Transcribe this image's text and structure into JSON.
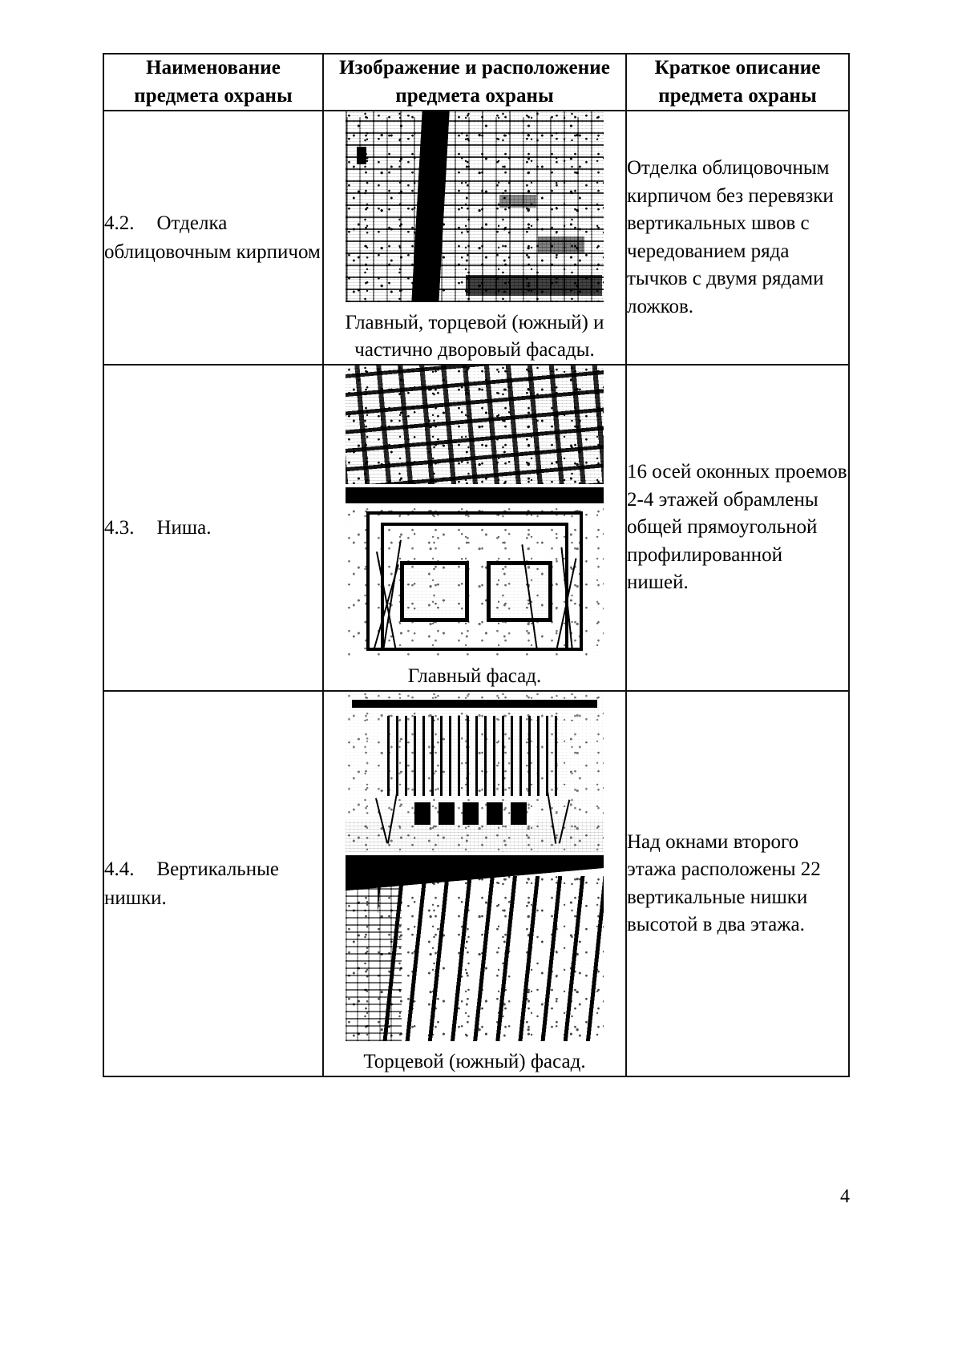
{
  "document": {
    "page_number": "4"
  },
  "table": {
    "headers": [
      "Наименование\nпредмета охраны",
      "Изображение и расположение\nпредмета охраны",
      "Краткое описание\nпредмета охраны"
    ],
    "headers_lines": {
      "col1_line1": "Наименование",
      "col1_line2": "предмета охраны",
      "col2_line1": "Изображение и расположение",
      "col2_line2": "предмета охраны",
      "col3_line1": "Краткое описание",
      "col3_line2": "предмета охраны"
    },
    "rows": [
      {
        "number": "4.2.",
        "name": "Отделка облицовочным кирпичом",
        "name_first_line": "Отделка",
        "name_rest": "облицовочным кирпичом",
        "image_alt": "brick-cladding-photo",
        "caption": "Главный, торцевой (южный) и частично дворовый фасады.",
        "description": "Отделка облицовочным кирпичом без перевязки вертикальных швов с чередованием ряда тычков с двумя рядами ложков."
      },
      {
        "number": "4.3.",
        "name": "Ниша.",
        "name_first_line": "Ниша.",
        "name_rest": "",
        "image_alt_top": "main-facade-overview-photo",
        "image_alt_bottom": "window-niche-detail-photo",
        "caption": "Главный фасад.",
        "description": "16 осей оконных проемов 2-4 этажей обрамлены общей прямоугольной профилированной нишей."
      },
      {
        "number": "4.4.",
        "name": "Вертикальные нишки.",
        "name_first_line": "Вертикальные",
        "name_rest": "нишки.",
        "image_alt_top": "south-end-facade-photo",
        "image_alt_bottom": "vertical-niches-detail-photo",
        "caption": "Торцевой (южный) фасад.",
        "description": "Над окнами второго этажа расположены 22 вертикальные нишки высотой в два этажа."
      }
    ]
  }
}
